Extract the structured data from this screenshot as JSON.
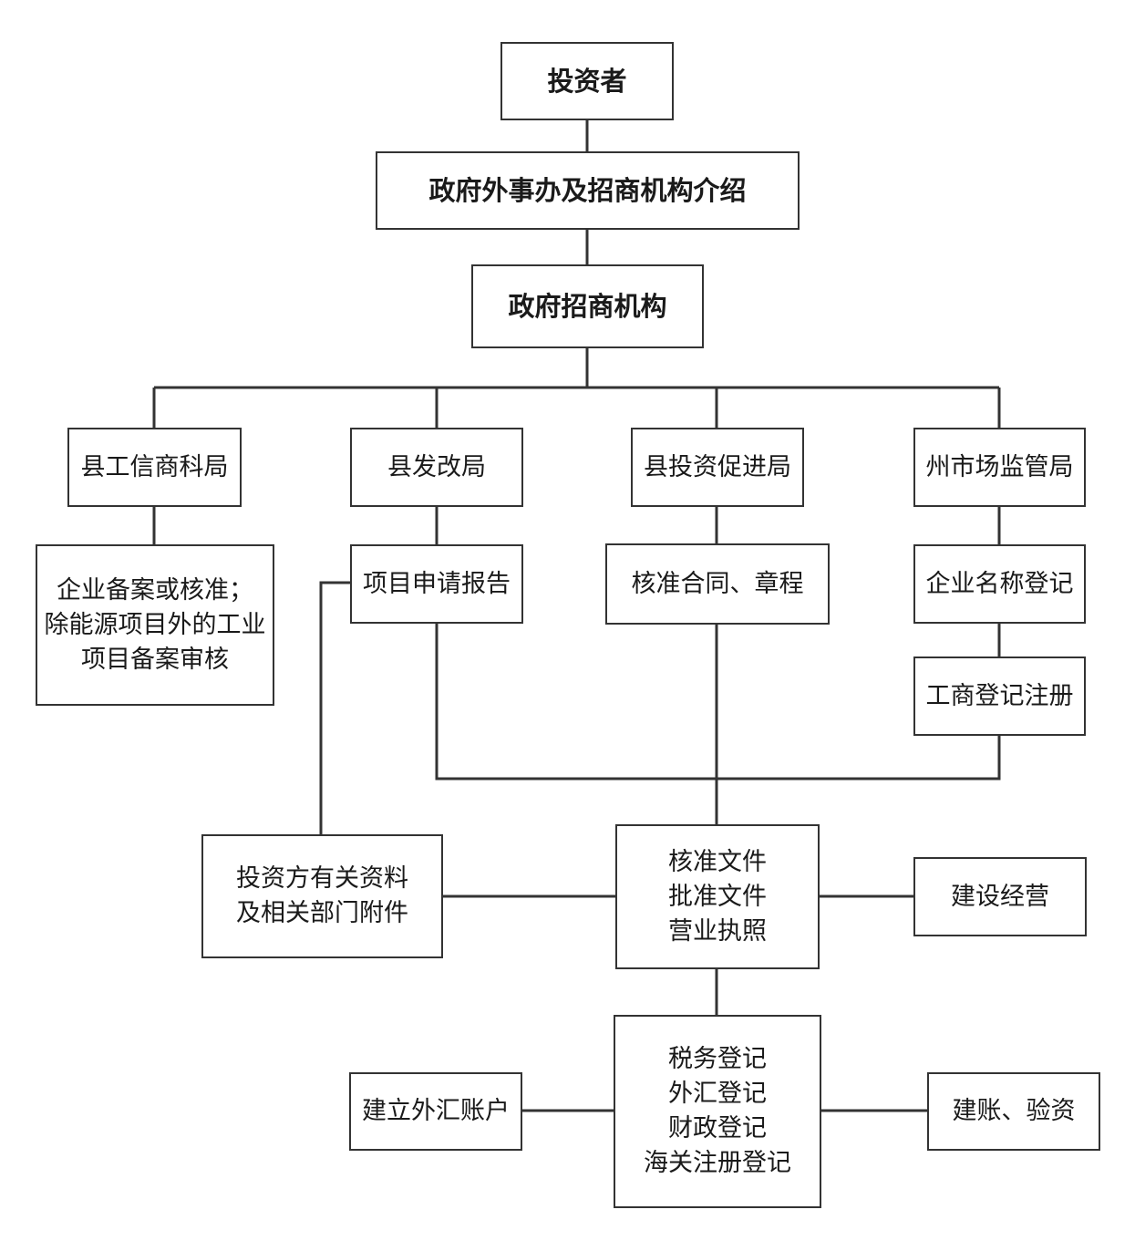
{
  "diagram": {
    "investor": "投资者",
    "foreign_affairs": "政府外事办及招商机构介绍",
    "investment_agency": "政府招商机构",
    "departments": {
      "industry_bureau": "县工信商科局",
      "development_reform": "县发改局",
      "investment_promotion": "县投资促进局",
      "market_supervision": "州市场监管局"
    },
    "industry_tasks": [
      "企业备案或核准；",
      "除能源项目外的工业",
      "项目备案审核"
    ],
    "project_report": "项目申请报告",
    "contract_approval": "核准合同、章程",
    "name_registration": "企业名称登记",
    "business_registration": "工商登记注册",
    "investor_documents": [
      "投资方有关资料",
      "及相关部门附件"
    ],
    "approval_documents": [
      "核准文件",
      "批准文件",
      "营业执照"
    ],
    "construction": "建设经营",
    "registrations": [
      "税务登记",
      "外汇登记",
      "财政登记",
      "海关注册登记"
    ],
    "forex_account": "建立外汇账户",
    "accounting": "建账、验资"
  }
}
